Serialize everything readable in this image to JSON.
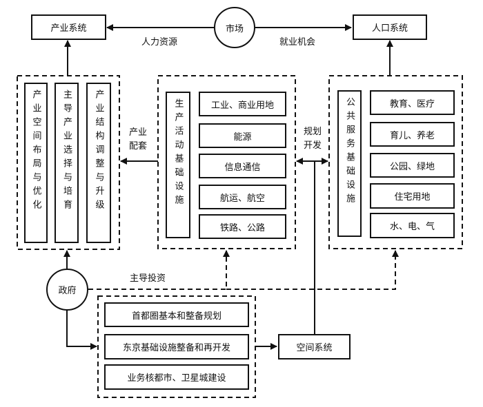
{
  "diagram": {
    "nodes": {
      "industry_system": "产业系统",
      "market": "市场",
      "population_system": "人口系统",
      "government": "政府",
      "spatial_system": "空间系统"
    },
    "edge_labels": {
      "human_resources": "人力资源",
      "employment": "就业机会",
      "industry_support": "产业配套",
      "planning_development": "规划开发",
      "lead_investment": "主导投资"
    },
    "industry_group": {
      "columns": [
        "产业空间布局与优化",
        "主导产业选择与培育",
        "产业结构调整与升级"
      ]
    },
    "production_infra_group": {
      "title": "生产活动基础设施",
      "items": [
        "工业、商业用地",
        "能源",
        "信息通信",
        "航运、航空",
        "铁路、公路"
      ]
    },
    "public_infra_group": {
      "title": "公共服务基础设施",
      "items": [
        "教育、医疗",
        "育儿、养老",
        "公园、绿地",
        "住宅用地",
        "水、电、气"
      ]
    },
    "government_program_group": {
      "items": [
        "首都圈基本和整备规划",
        "东京基础设施整备和再开发",
        "业务核都市、卫星城建设"
      ]
    }
  }
}
